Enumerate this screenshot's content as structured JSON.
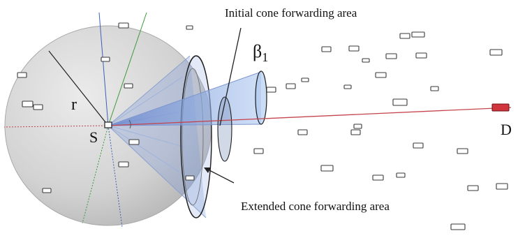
{
  "labels": {
    "initial_area": "Initial cone forwarding area",
    "extended_area": "Extended cone forwarding area",
    "source": "S",
    "destination": "D",
    "radius": "r",
    "angle_symbol": "β",
    "angle_subscript": "1"
  },
  "colors": {
    "sphere_fill": "#cfcfcf",
    "sphere_edge": "#a9a9a9",
    "cone_fill": "#6f8fd6",
    "source_dest_line": "#c4454d",
    "destination_node": "#d0343c",
    "node_fill": "#ffffff",
    "node_edge": "#3a3a3a"
  }
}
